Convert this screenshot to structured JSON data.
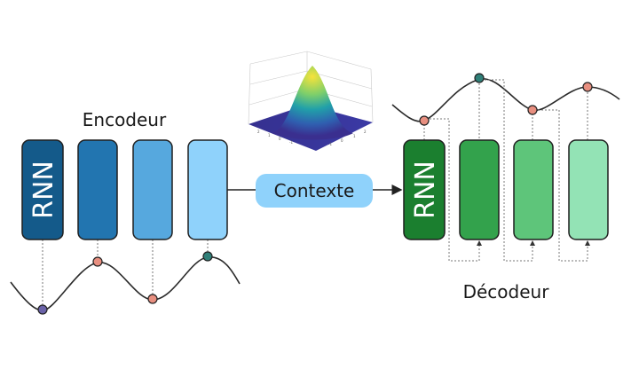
{
  "encoder": {
    "label": "Encodeur",
    "rnn_label": "RNN",
    "cell_colors": [
      "#145a8a",
      "#2275b0",
      "#56a8de",
      "#8fd2fb"
    ]
  },
  "context": {
    "label": "Contexte",
    "fill": "#8fd2fb"
  },
  "decoder": {
    "label": "Décodeur",
    "rnn_label": "RNN",
    "cell_colors": [
      "#1b7f2f",
      "#33a24c",
      "#5ec57a",
      "#93e3b5"
    ]
  },
  "node_colors": {
    "purple": "#6a62a8",
    "salmon": "#e88f80",
    "teal": "#2f7f78"
  },
  "icons": [
    "gaussian-surface-icon"
  ]
}
